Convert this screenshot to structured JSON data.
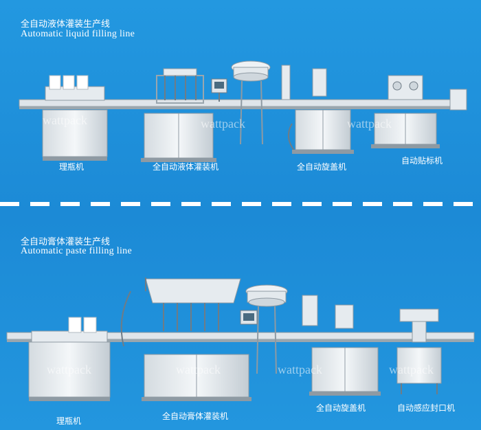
{
  "colors": {
    "background": "#1e8fd8",
    "machine_body": "#eef2f5",
    "machine_shade": "#b9c4cc",
    "steel": "#9aa6ae",
    "text": "#ffffff"
  },
  "section_liquid": {
    "title_zh": "全自动液体灌装生产线",
    "title_en": "Automatic liquid filling line",
    "watermark": "wattpack",
    "machines": [
      {
        "label": "理瓶机"
      },
      {
        "label": "全自动液体灌装机"
      },
      {
        "label": "全自动旋盖机"
      },
      {
        "label": "自动贴标机"
      }
    ]
  },
  "section_paste": {
    "title_zh": "全自动膏体灌装生产线",
    "title_en": "Automatic paste filling line",
    "watermark": "wattpack",
    "machines": [
      {
        "label": "理瓶机"
      },
      {
        "label": "全自动膏体灌装机"
      },
      {
        "label": "全自动旋盖机"
      },
      {
        "label": "自动感应封口机"
      }
    ]
  }
}
